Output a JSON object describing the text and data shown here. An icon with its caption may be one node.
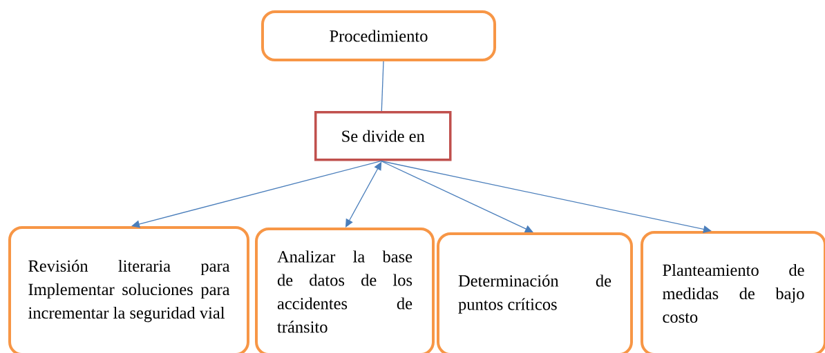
{
  "diagram": {
    "nodes": [
      {
        "text": [
          "Procedimiento"
        ]
      },
      {
        "text": [
          "Se divide en"
        ]
      },
      {
        "text": [
          "Revisión literaria para Implementar soluciones para incrementar la seguridad vial"
        ]
      },
      {
        "text": [
          "Analizar la base de datos de los accidentes de tránsito"
        ]
      },
      {
        "text": [
          "Determinación de puntos críticos"
        ]
      },
      {
        "text": [
          "Planteamiento de medidas de bajo costo"
        ]
      }
    ],
    "edges": [
      {
        "from": 0,
        "to": 1,
        "arrow": "none"
      },
      {
        "from": 1,
        "to": 2,
        "arrow": "to"
      },
      {
        "from": 1,
        "to": 3,
        "arrow": "both"
      },
      {
        "from": 1,
        "to": 4,
        "arrow": "to"
      },
      {
        "from": 1,
        "to": 5,
        "arrow": "to"
      }
    ]
  }
}
